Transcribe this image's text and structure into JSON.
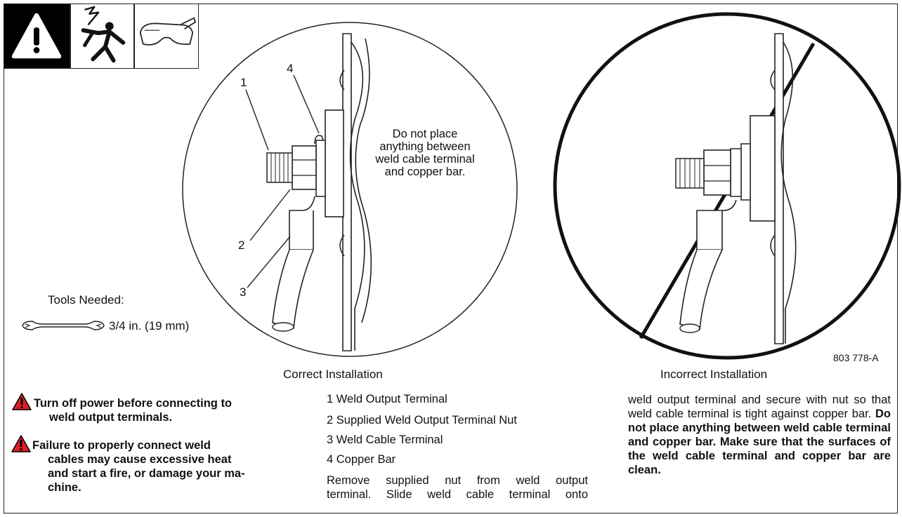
{
  "safety_icons": [
    {
      "icon": "hazard-triangle-icon",
      "color": "#000000"
    },
    {
      "icon": "electric-shock-icon",
      "color": "#ffffff"
    },
    {
      "icon": "safety-glasses-icon",
      "color": "#ffffff"
    }
  ],
  "correct_diagram": {
    "callouts": [
      "1",
      "2",
      "3",
      "4"
    ],
    "note_lines": [
      "Do  not place",
      "anything between",
      "weld cable terminal",
      "and copper  bar."
    ],
    "caption": "Correct Installation"
  },
  "incorrect_diagram": {
    "caption": "Incorrect Installation"
  },
  "figure_id": "803 778-A",
  "tools": {
    "heading": "Tools Needed:",
    "wrench_icon": "open-end-wrench-icon",
    "size": "3/4 in. (19 mm)"
  },
  "warnings": [
    {
      "line1": "Turn off power before connecting to",
      "line2": "weld output terminals."
    },
    {
      "line1": "Failure to properly connect weld",
      "line2": "cables may cause excessive heat",
      "line3": "and start a fire, or damage your ma-",
      "line4": "chine."
    }
  ],
  "parts_list": [
    "1 Weld Output Terminal",
    "2 Supplied Weld Output Terminal Nut",
    "3 Weld Cable Terminal",
    "4 Copper Bar"
  ],
  "instructions": {
    "col1_line1": "Remove supplied nut from weld output",
    "col1_line2": "terminal. Slide weld cable terminal onto",
    "col2_normal": "weld output terminal and secure with nut so that weld cable terminal is tight against copper bar. ",
    "col2_bold": "Do not place anything between weld cable terminal and copper bar. Make sure that the surfaces of the weld cable terminal and copper bar are clean."
  },
  "colors": {
    "warning_red": "#d81f26",
    "line": "#222222"
  }
}
